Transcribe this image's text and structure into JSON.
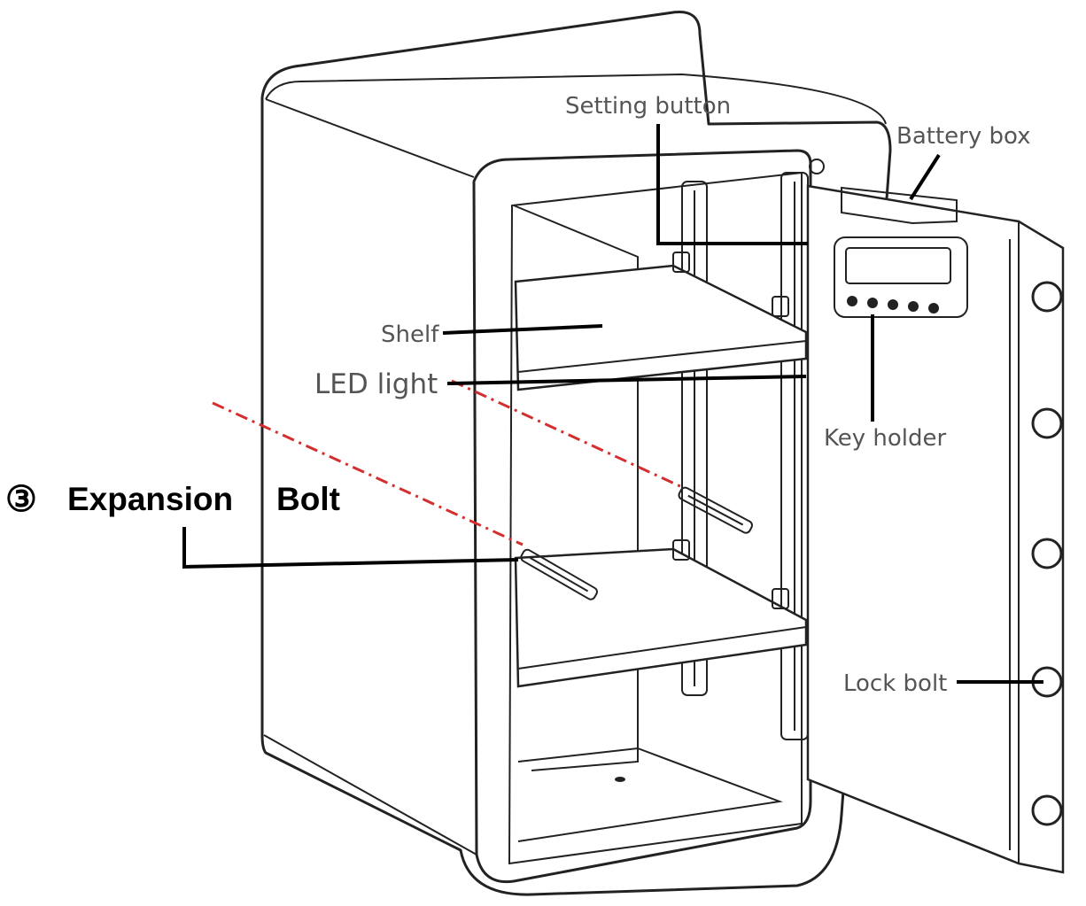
{
  "labels": {
    "setting_button": "Setting button",
    "battery_box": "Battery box",
    "shelf": "Shelf",
    "led_light": "LED light",
    "key_holder": "Key holder",
    "expansion_bolt_number": "③",
    "expansion_bolt_word1": "Expansion",
    "expansion_bolt_word2": "Bolt",
    "lock_bolt": "Lock bolt"
  },
  "colors": {
    "outline": "#222222",
    "leader": "#000000",
    "label_text": "#555555",
    "guide_line": "#d32f2f"
  }
}
